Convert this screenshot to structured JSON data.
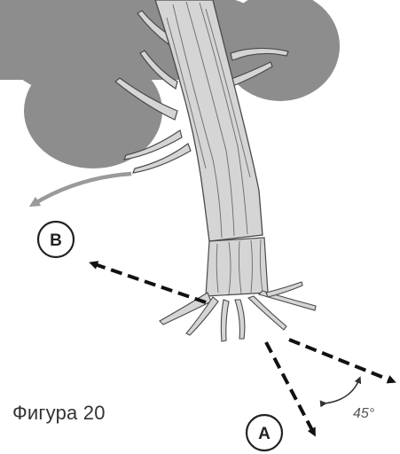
{
  "figure": {
    "caption": "Фигура 20",
    "label_a": "A",
    "label_b": "B",
    "angle": "45°"
  },
  "colors": {
    "foliage": "#8d8d8d",
    "trunk": "#d5d5d5",
    "outline": "#4a4a4a",
    "arrow": "#111111",
    "fall_arrow": "#9a9a9a"
  }
}
